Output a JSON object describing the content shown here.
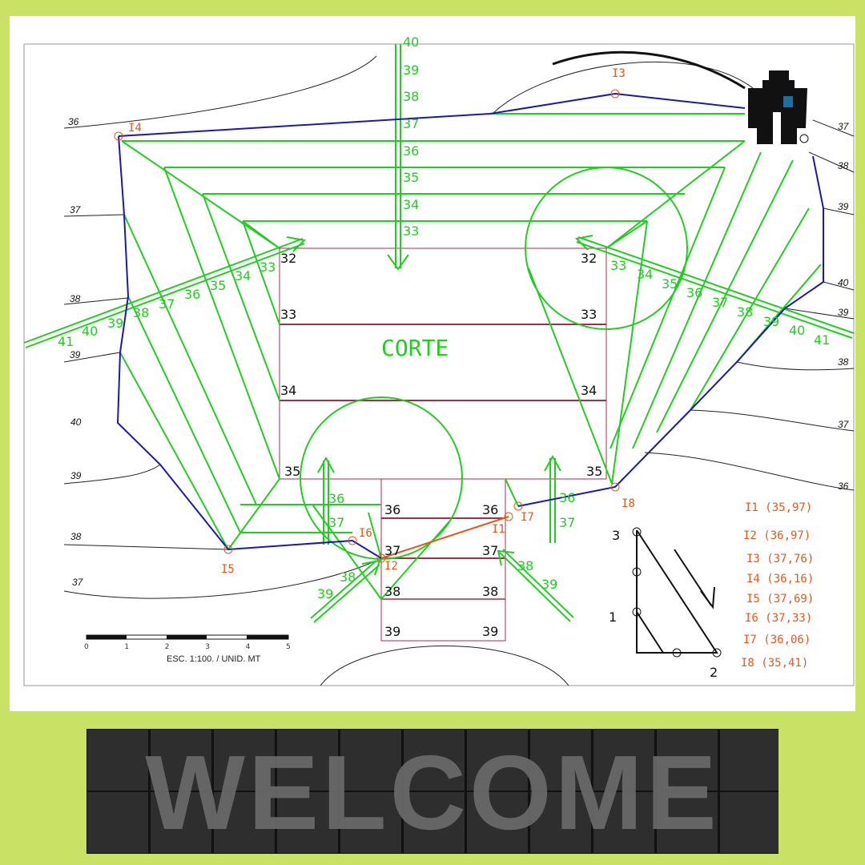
{
  "drawing": {
    "center_label": "CORTE",
    "top_axis_labels": [
      "40",
      "39",
      "38",
      "37",
      "36",
      "35",
      "34",
      "33"
    ],
    "platform_levels_left": [
      "32",
      "33",
      "34",
      "35"
    ],
    "platform_levels_right": [
      "32",
      "33",
      "34",
      "35"
    ],
    "ramp_levels_left": [
      "36",
      "37",
      "38",
      "39"
    ],
    "ramp_levels_right": [
      "36",
      "37",
      "38",
      "39"
    ],
    "left_slope_labels": [
      "33",
      "34",
      "35",
      "36",
      "37",
      "38",
      "39",
      "40",
      "41"
    ],
    "right_slope_labels": [
      "33",
      "34",
      "35",
      "36",
      "37",
      "38",
      "39",
      "40",
      "41"
    ],
    "lower_left_arrow_labels": [
      "36",
      "37"
    ],
    "lower_right_arrow_labels": [
      "36",
      "37"
    ],
    "bottom_left_arrow_labels": [
      "38",
      "39"
    ],
    "bottom_right_arrow_labels": [
      "38",
      "39"
    ],
    "contours_left": [
      "36",
      "37",
      "38",
      "39",
      "40",
      "39",
      "38",
      "37"
    ],
    "contours_right": [
      "37",
      "38",
      "39",
      "40",
      "39",
      "38",
      "37",
      "36"
    ],
    "points": [
      "I1",
      "I2",
      "I3",
      "I4",
      "I5",
      "I6",
      "I7",
      "I8"
    ],
    "legend": [
      "I1 (35,97)",
      "I2 (36,97)",
      "I3 (37,76)",
      "I4 (36,16)",
      "I5 (37,69)",
      "I6 (37,33)",
      "I7 (36,06)",
      "I8 (35,41)"
    ],
    "slope_diagram_labels": [
      "3",
      "1",
      "2"
    ],
    "scale": {
      "ticks": [
        "0",
        "1",
        "2",
        "3",
        "4",
        "5"
      ],
      "caption": "ESC. 1:100. / UNID. MT"
    },
    "colors": {
      "background": "#c9e265",
      "slope": "#22cc22",
      "boundary": "#1a1aa8",
      "points": "#e05a1e",
      "platform": "#a0304a"
    }
  },
  "banner": {
    "text": "WELCOME"
  }
}
